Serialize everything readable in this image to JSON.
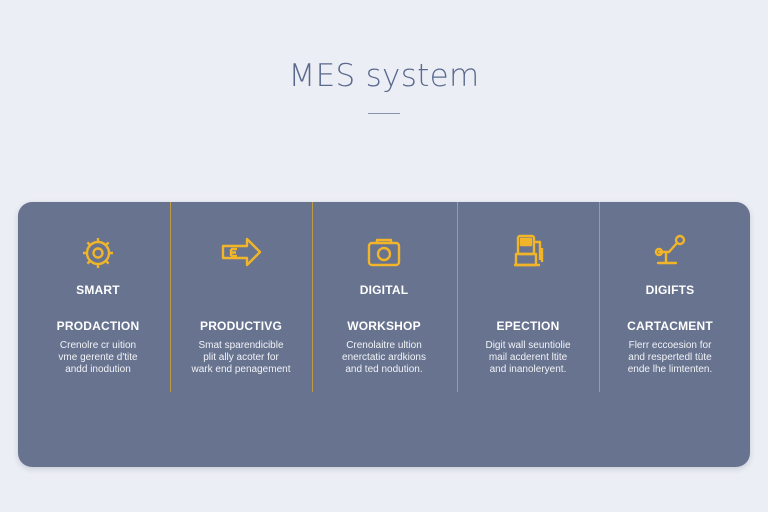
{
  "header": {
    "title": "MES system"
  },
  "columns": [
    {
      "icon": "gear-icon",
      "label1": "SMART",
      "label2": "PRODACTION",
      "desc": [
        "Crenolre cr uition",
        "vme gerente d'tite",
        "andd inodution"
      ]
    },
    {
      "icon": "arrow-sign-icon",
      "label1": "",
      "label2": "PRODUCTIVG",
      "desc": [
        "Smat sparendicible",
        "plit ally acoter for",
        "wark end penagement"
      ]
    },
    {
      "icon": "camera-icon",
      "label1": "DIGITAL",
      "label2": "WORKSHOP",
      "desc": [
        "Crenolaitre ultion",
        "enerctatic ardkions",
        "and ted nodution."
      ]
    },
    {
      "icon": "machine-icon",
      "label1": "",
      "label2": "EPECTION",
      "desc": [
        "Digit wall seuntiolie",
        "mail acderent ltite",
        "and inanoleryent."
      ]
    },
    {
      "icon": "robot-arm-icon",
      "label1": "DIGIFTS",
      "label2": "CARTACMENT",
      "desc": [
        "Flerr eccoesion for",
        "and respertedl tüte",
        "ende lhe limtenten."
      ]
    }
  ],
  "colors": {
    "background": "#eceef5",
    "panel": "#67738f",
    "accent": "#f2b52a",
    "title": "#5a6a8e"
  }
}
